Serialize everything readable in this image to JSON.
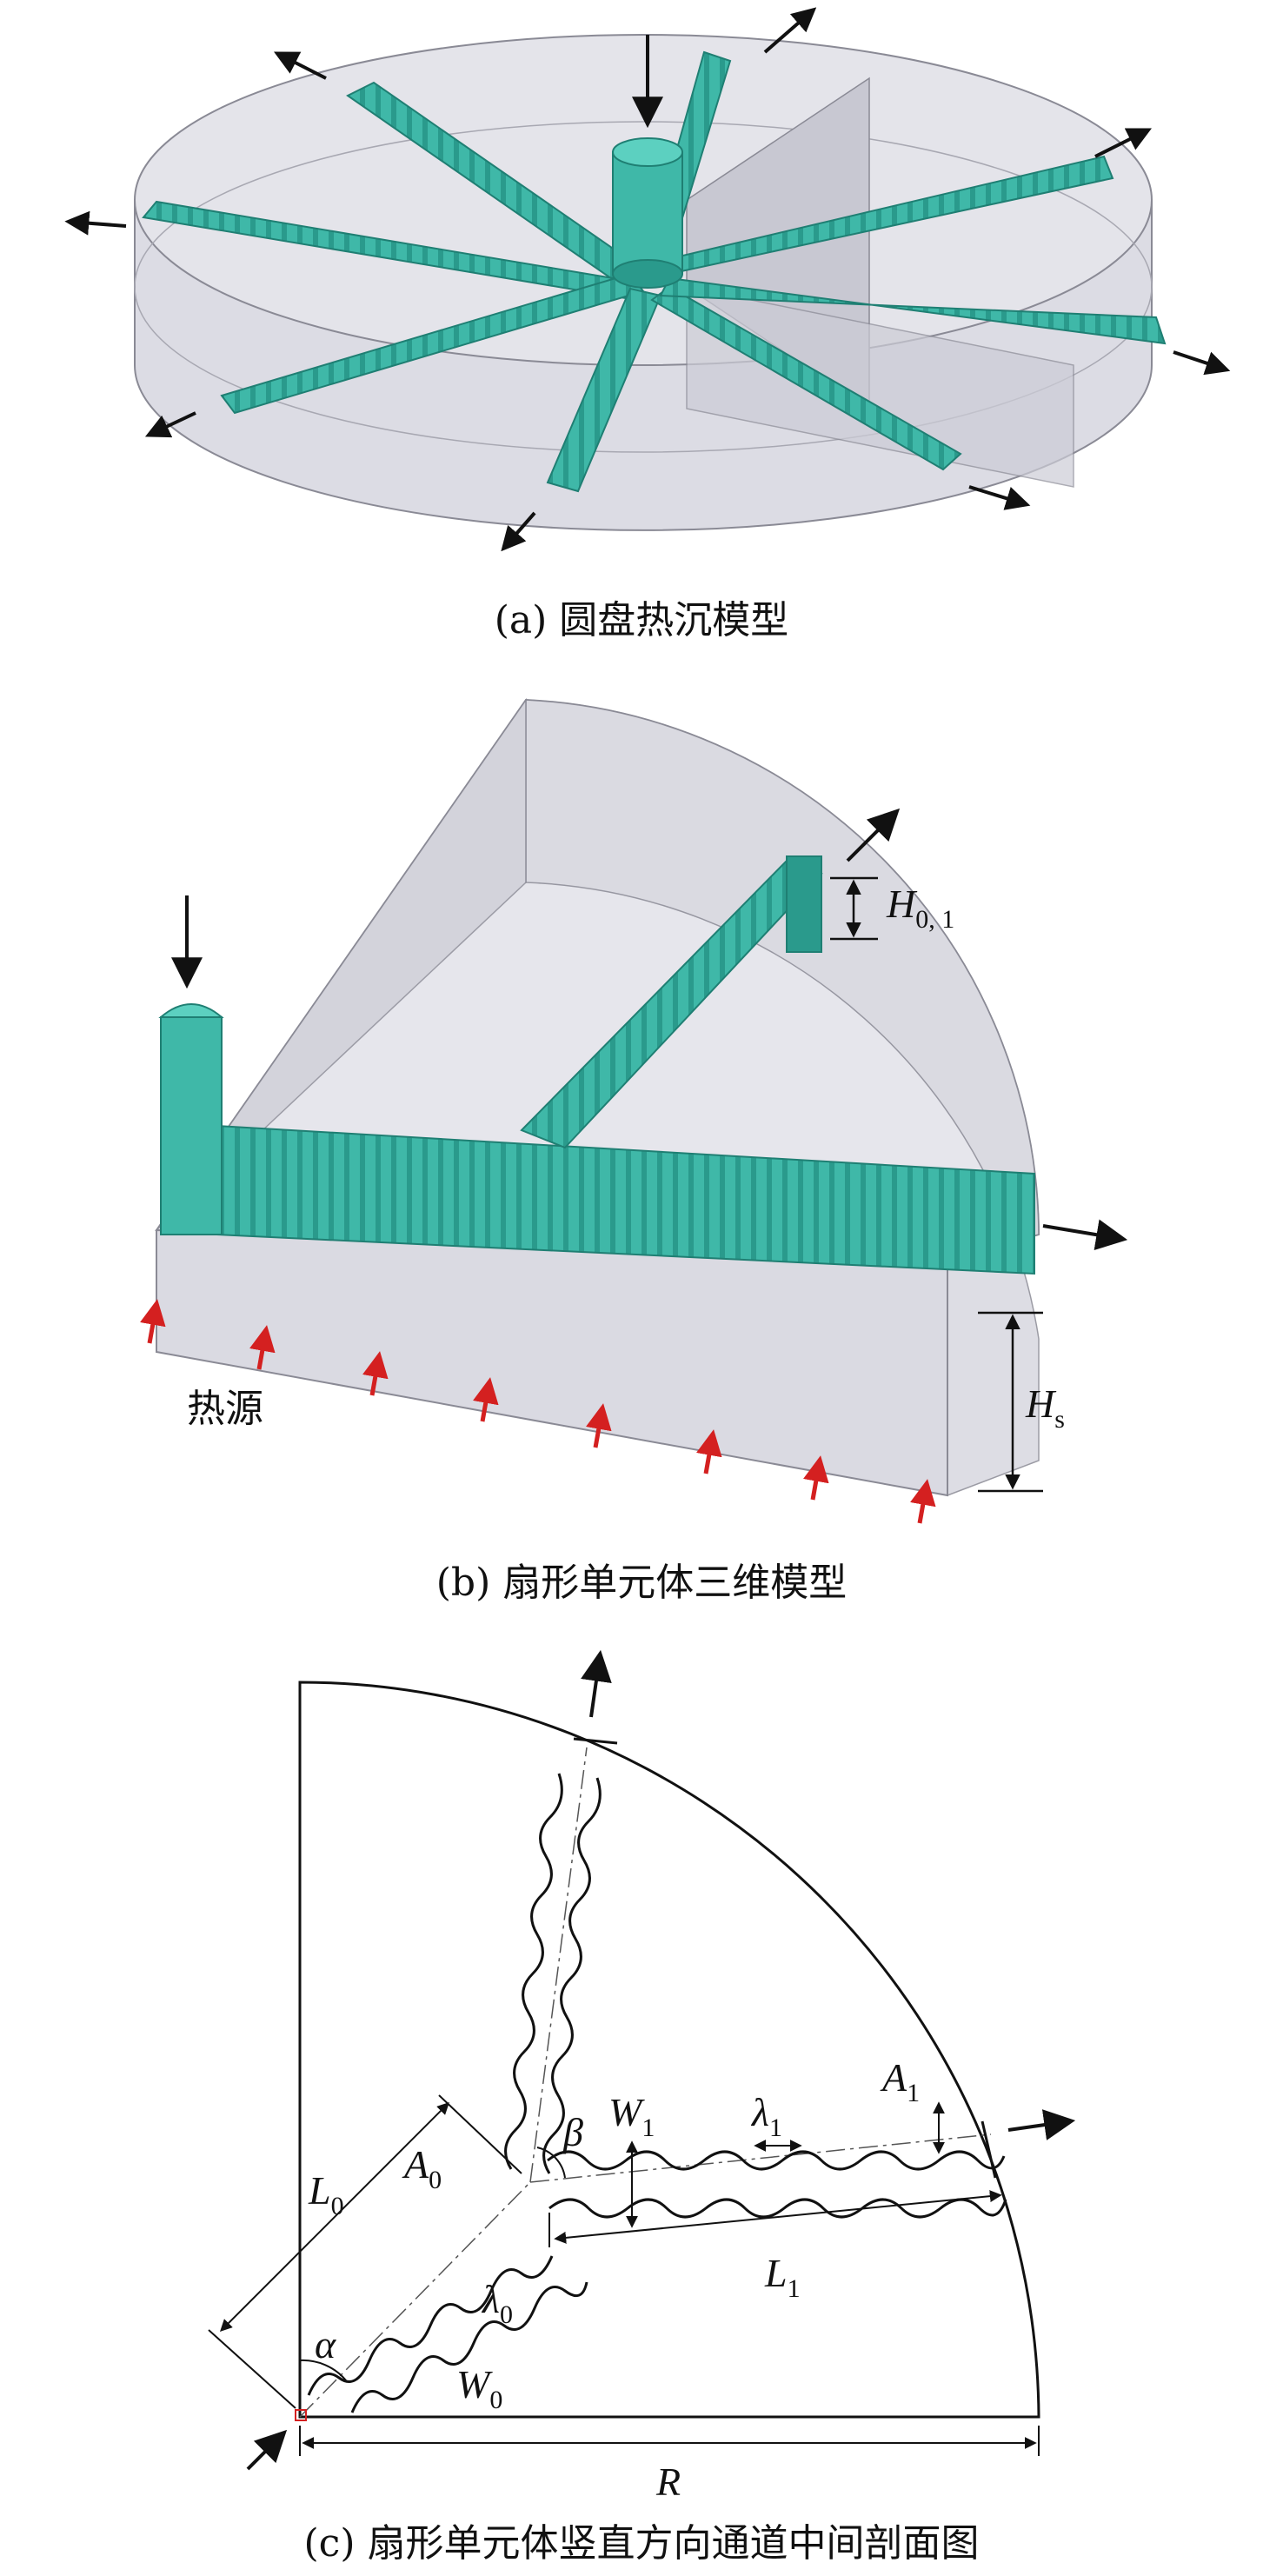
{
  "captions": {
    "a": "(a) 圆盘热沉模型",
    "b": "(b) 扇形单元体三维模型",
    "c": "(c) 扇形单元体竖直方向通道中间剖面图"
  },
  "panel_b": {
    "heat_source": "热源",
    "h01": "H",
    "h01_sub": "0, 1",
    "hs": "H",
    "hs_sub": "s"
  },
  "panel_c": {
    "L0": "L",
    "L0_sub": "0",
    "A0": "A",
    "A0_sub": "0",
    "W0": "W",
    "W0_sub": "0",
    "lambda0": "λ",
    "lambda0_sub": "0",
    "alpha": "α",
    "beta": "β",
    "W1": "W",
    "W1_sub": "1",
    "lambda1": "λ",
    "lambda1_sub": "1",
    "A1": "A",
    "A1_sub": "1",
    "L1": "L",
    "L1_sub": "1",
    "R": "R"
  },
  "colors": {
    "channel": "#3fb8a8",
    "channel_dark": "#1f7f73",
    "housing": "#d8d8e0",
    "housing_edge": "#8a8a95",
    "arrow": "#111111",
    "heat_arrow": "#d42020"
  }
}
